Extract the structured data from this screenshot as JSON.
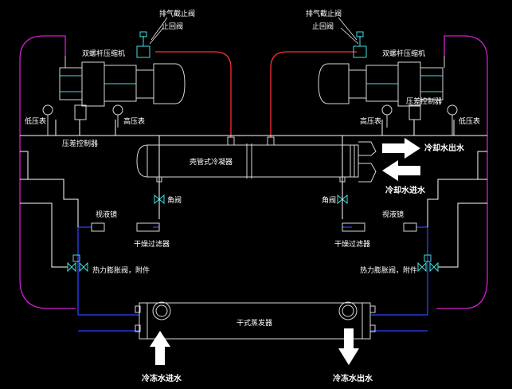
{
  "labels": {
    "discharge_valve_left": "排气截止阀",
    "check_valve_left": "止回阀",
    "compressor_left": "双螺杆压缩机",
    "discharge_valve_right": "排气截止阀",
    "check_valve_right": "止回阀",
    "compressor_right": "双螺杆压缩机",
    "low_gauge_left": "低压表",
    "high_gauge_left": "高压表",
    "diff_switch_left": "压差控制器",
    "high_gauge_right": "高压表",
    "diff_switch_right": "压差控制器",
    "low_gauge_right": "低压表",
    "condenser": "壳管式冷凝器",
    "cooling_water_out": "冷却水出水",
    "cooling_water_in": "冷却水进水",
    "angle_valve_left": "角阀",
    "angle_valve_right": "角阀",
    "sight_glass_left": "视液镜",
    "sight_glass_right": "视液镜",
    "filter_dryer_left": "干燥过滤器",
    "filter_dryer_right": "干燥过滤器",
    "expansion_valve_left": "热力膨胀阀，附件",
    "expansion_valve_right": "热力膨胀阀，附件",
    "evaporator": "干式蒸发器",
    "chilled_water_in": "冷冻水进水",
    "chilled_water_out": "冷冻水出水"
  },
  "colors": {
    "background": "#000000",
    "line": "#ffffff",
    "suction": "#d020d0",
    "discharge": "#ff3030",
    "liquid": "#3040ff",
    "valve": "#40e0e0",
    "component": "#d8d8d8"
  }
}
